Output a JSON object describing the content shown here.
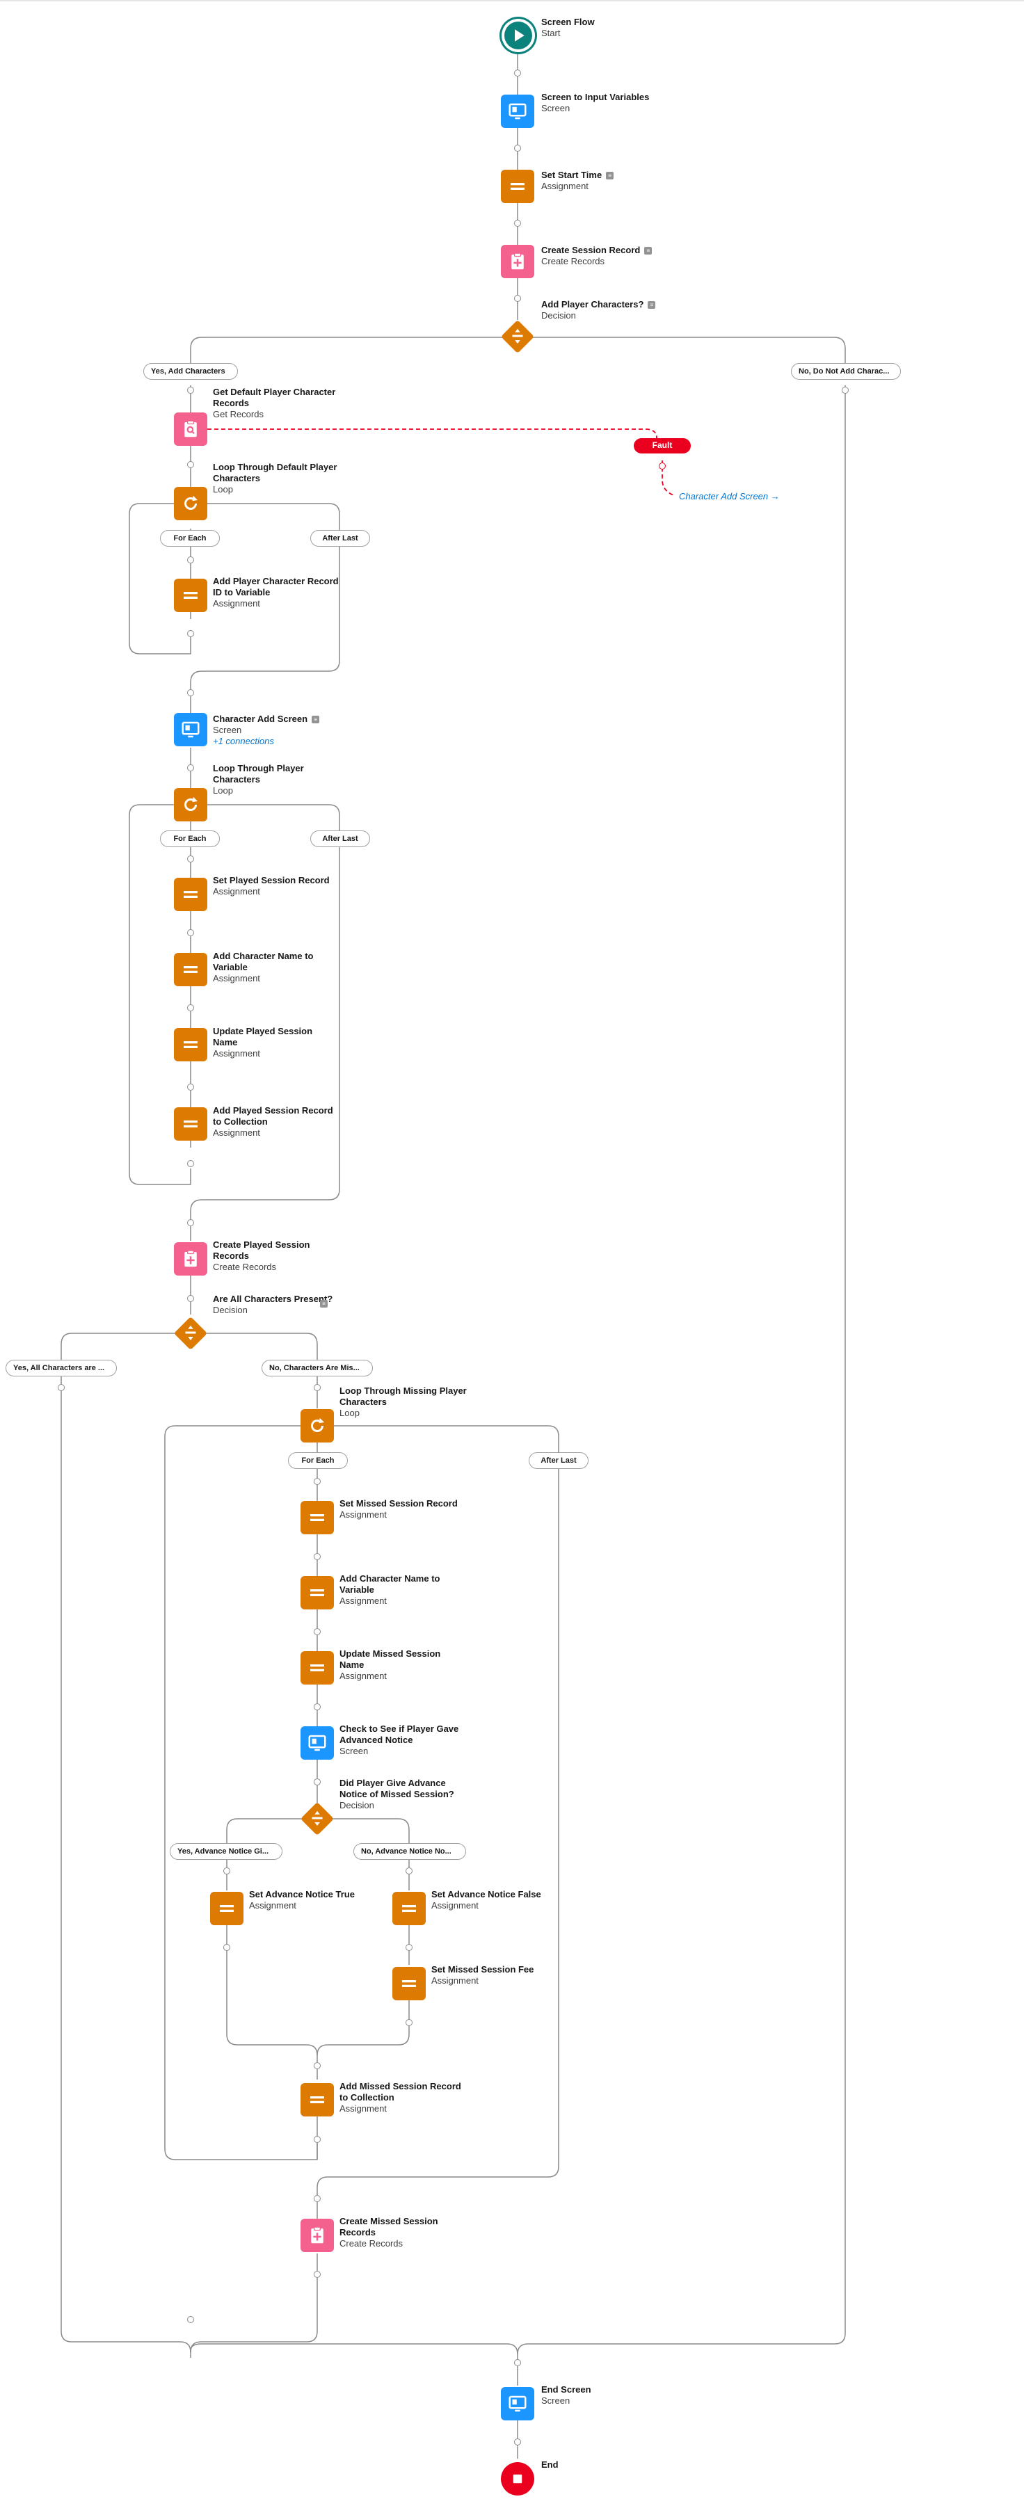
{
  "flow": {
    "start": {
      "title": "Screen Flow",
      "sub": "Start"
    },
    "screen_input": {
      "title": "Screen to Input Variables",
      "sub": "Screen"
    },
    "set_start_time": {
      "title": "Set Start Time",
      "sub": "Assignment"
    },
    "create_session": {
      "title": "Create Session Record",
      "sub": "Create Records"
    },
    "add_pc_decision": {
      "title": "Add Player Characters?",
      "sub": "Decision"
    },
    "outcome_yes_add": "Yes, Add Characters",
    "outcome_no_add": "No, Do Not Add Charac...",
    "get_default": {
      "title": "Get Default Player Character Records",
      "sub": "Get Records"
    },
    "fault": "Fault",
    "fault_link": "Character Add Screen →",
    "loop_default": {
      "title": "Loop Through Default Player Characters",
      "sub": "Loop"
    },
    "for_each_1": "For Each",
    "after_last_1": "After Last",
    "add_pc_id": {
      "title": "Add Player Character Record ID to Variable",
      "sub": "Assignment"
    },
    "char_add_screen": {
      "title": "Character Add Screen",
      "sub": "Screen",
      "extra": "+1 connections"
    },
    "loop_pc": {
      "title": "Loop Through Player Characters",
      "sub": "Loop"
    },
    "for_each_2": "For Each",
    "after_last_2": "After Last",
    "set_played": {
      "title": "Set Played Session Record",
      "sub": "Assignment"
    },
    "add_char_name_1": {
      "title": "Add Character Name to Variable",
      "sub": "Assignment"
    },
    "update_played_name": {
      "title": "Update Played Session Name",
      "sub": "Assignment"
    },
    "add_played_collection": {
      "title": "Add Played Session Record to Collection",
      "sub": "Assignment"
    },
    "create_played": {
      "title": "Create Played Session Records",
      "sub": "Create Records"
    },
    "all_present_decision": {
      "title": "Are All Characters Present?",
      "sub": "Decision"
    },
    "outcome_yes_all": "Yes, All Characters are ...",
    "outcome_no_missing": "No, Characters Are Mis...",
    "loop_missing": {
      "title": "Loop Through Missing Player Characters",
      "sub": "Loop"
    },
    "for_each_3": "For Each",
    "after_last_3": "After Last",
    "set_missed": {
      "title": "Set Missed Session Record",
      "sub": "Assignment"
    },
    "add_char_name_2": {
      "title": "Add Character Name to Variable",
      "sub": "Assignment"
    },
    "update_missed_name": {
      "title": "Update Missed Session Name",
      "sub": "Assignment"
    },
    "check_notice": {
      "title": "Check to See if Player Gave Advanced Notice",
      "sub": "Screen"
    },
    "notice_decision": {
      "title": "Did Player Give Advance Notice of Missed Session?",
      "sub": "Decision"
    },
    "outcome_yes_notice": "Yes, Advance Notice Gi...",
    "outcome_no_notice": "No, Advance Notice No...",
    "set_notice_true": {
      "title": "Set Advance Notice True",
      "sub": "Assignment"
    },
    "set_notice_false": {
      "title": "Set Advance Notice False",
      "sub": "Assignment"
    },
    "set_missed_fee": {
      "title": "Set Missed Session Fee",
      "sub": "Assignment"
    },
    "add_missed_collection": {
      "title": "Add Missed Session Record to Collection",
      "sub": "Assignment"
    },
    "create_missed": {
      "title": "Create Missed Session Records",
      "sub": "Create Records"
    },
    "end_screen": {
      "title": "End Screen",
      "sub": "Screen"
    },
    "end": {
      "title": "End"
    }
  },
  "icons": {
    "start": "play-icon",
    "screen": "screen-icon",
    "assignment": "assignment-icon",
    "create": "create-records-icon",
    "get": "get-records-icon",
    "decision": "decision-icon",
    "loop": "loop-icon",
    "end": "stop-icon"
  },
  "colors": {
    "screen": "#1b96ff",
    "assignment": "#dd7a01",
    "records": "#f4618e",
    "start": "#0b827c",
    "end": "#ea001e",
    "fault": "#ea001e",
    "link": "#0176d3"
  }
}
